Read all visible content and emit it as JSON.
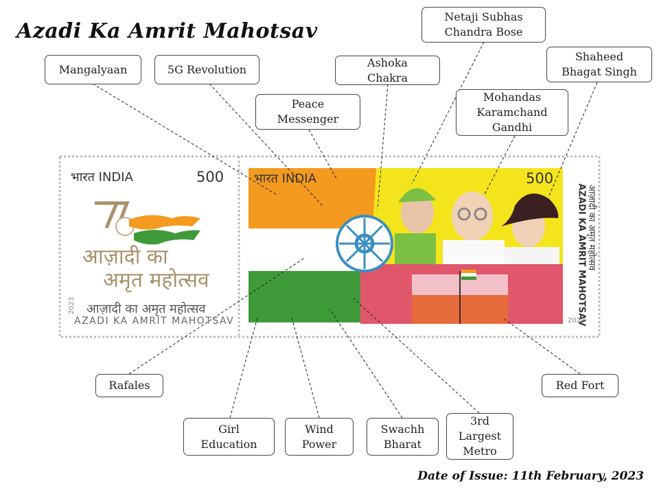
{
  "title": "Azadi Ka Amrit Mahotsav",
  "date_of_issue": "Date of Issue: 11th February, 2023",
  "stamp": {
    "left": {
      "country": "भारत INDIA",
      "value": "500",
      "logo_line1": "आज़ादी का",
      "logo_line2": "अमृत महोत्सव",
      "year": "2023",
      "hindi_title": "आज़ादी का अमृत महोत्सव",
      "english_title": "AZADI KA AMRIT MAHOTSAV"
    },
    "right": {
      "country": "भारत INDIA",
      "value": "500",
      "vertical_hindi": "आज़ादी का अमृत महोत्सव",
      "vertical_english": "AZADI KA AMRIT MAHOTSAV",
      "year": "2023"
    },
    "colors": {
      "saffron": "#f39a1f",
      "green": "#3f9b3a",
      "yellow": "#f4e41c",
      "red_fort": "#e0566a",
      "gold": "#a8916a"
    }
  },
  "labels": [
    {
      "id": "mangalyaan",
      "text": "Mangalyaan"
    },
    {
      "id": "5g-revolution",
      "text": "5G Revolution"
    },
    {
      "id": "peace-messenger",
      "text": "Peace\nMessenger"
    },
    {
      "id": "ashoka-chakra",
      "text": "Ashoka\nChakra"
    },
    {
      "id": "netaji",
      "text": "Netaji Subhas\nChandra Bose"
    },
    {
      "id": "gandhi",
      "text": "Mohandas\nKaramchand\nGandhi"
    },
    {
      "id": "bhagat-singh",
      "text": "Shaheed\nBhagat Singh"
    },
    {
      "id": "rafales",
      "text": "Rafales"
    },
    {
      "id": "girl-education",
      "text": "Girl\nEducation"
    },
    {
      "id": "wind-power",
      "text": "Wind\nPower"
    },
    {
      "id": "swachh-bharat",
      "text": "Swachh\nBharat"
    },
    {
      "id": "metro",
      "text": "3rd\nLargest\nMetro"
    },
    {
      "id": "red-fort",
      "text": "Red Fort"
    }
  ]
}
